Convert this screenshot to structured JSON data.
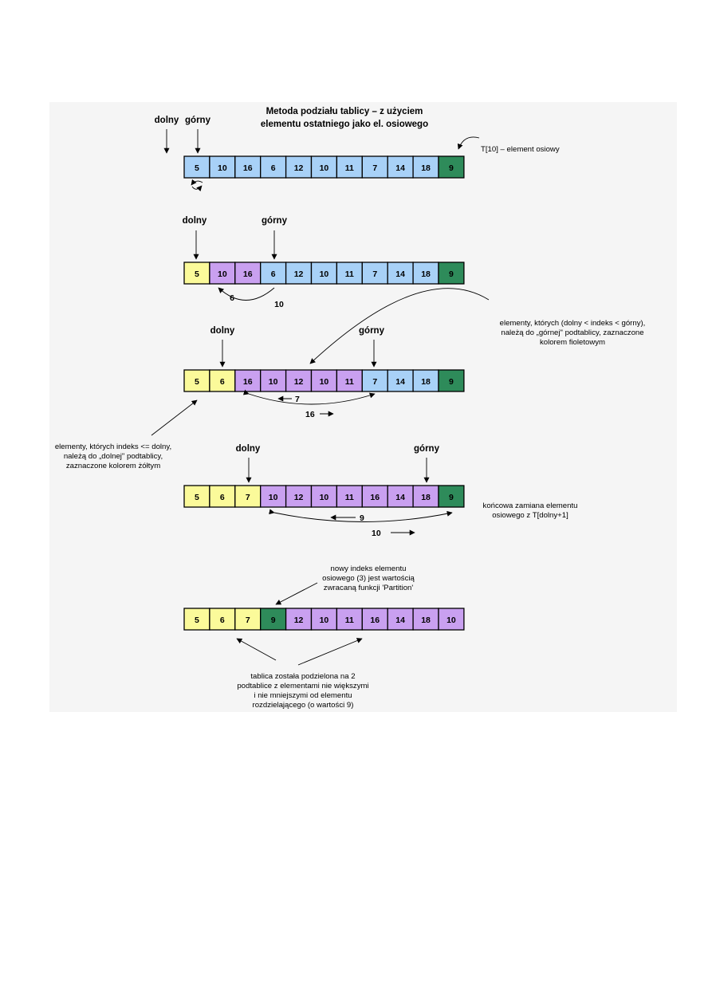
{
  "title": {
    "line1": "Metoda podziału tablicy – z użyciem",
    "line2": "elementu ostatniego jako el. osiowego"
  },
  "colors": {
    "blue": "#a8d1f7",
    "purple": "#c9a0f0",
    "yellow": "#fbfa9a",
    "green": "#2e8b5a",
    "panel": "#f5f5f5"
  },
  "rows": [
    {
      "values": [
        "5",
        "10",
        "16",
        "6",
        "12",
        "10",
        "11",
        "7",
        "14",
        "18",
        "9"
      ],
      "colors": [
        "blue",
        "blue",
        "blue",
        "blue",
        "blue",
        "blue",
        "blue",
        "blue",
        "blue",
        "blue",
        "green"
      ],
      "labels": {
        "dolny": "dolny",
        "gorny": "górny"
      }
    },
    {
      "values": [
        "5",
        "10",
        "16",
        "6",
        "12",
        "10",
        "11",
        "7",
        "14",
        "18",
        "9"
      ],
      "colors": [
        "yellow",
        "purple",
        "purple",
        "blue",
        "blue",
        "blue",
        "blue",
        "blue",
        "blue",
        "blue",
        "green"
      ],
      "labels": {
        "dolny": "dolny",
        "gorny": "górny"
      },
      "swap": [
        "6",
        "10"
      ]
    },
    {
      "values": [
        "5",
        "6",
        "16",
        "10",
        "12",
        "10",
        "11",
        "7",
        "14",
        "18",
        "9"
      ],
      "colors": [
        "yellow",
        "yellow",
        "purple",
        "purple",
        "purple",
        "purple",
        "purple",
        "blue",
        "blue",
        "blue",
        "green"
      ],
      "labels": {
        "dolny": "dolny",
        "gorny": "górny"
      },
      "swap": [
        "7",
        "16"
      ]
    },
    {
      "values": [
        "5",
        "6",
        "7",
        "10",
        "12",
        "10",
        "11",
        "16",
        "14",
        "18",
        "9"
      ],
      "colors": [
        "yellow",
        "yellow",
        "yellow",
        "purple",
        "purple",
        "purple",
        "purple",
        "purple",
        "purple",
        "purple",
        "green"
      ],
      "labels": {
        "dolny": "dolny",
        "gorny": "górny"
      },
      "swap": [
        "9",
        "10"
      ]
    },
    {
      "values": [
        "5",
        "6",
        "7",
        "9",
        "12",
        "10",
        "11",
        "16",
        "14",
        "18",
        "10"
      ],
      "colors": [
        "yellow",
        "yellow",
        "yellow",
        "green",
        "purple",
        "purple",
        "purple",
        "purple",
        "purple",
        "purple",
        "purple"
      ]
    }
  ],
  "notes": {
    "pivot": [
      "T[10] – element osiowy"
    ],
    "upper": [
      "elementy, których  (dolny < indeks < górny),",
      "należą do „górnej\" podtablicy, zaznaczone",
      "kolorem fioletowym"
    ],
    "lower": [
      "elementy, których indeks <= dolny,",
      "należą do „dolnej\" podtablicy,",
      "zaznaczone kolorem żółtym"
    ],
    "final": [
      "końcowa zamiana elementu",
      "osiowego z T[dolny+1]"
    ],
    "newindex": [
      "nowy indeks elementu",
      "osiowego (3) jest wartością",
      "zwracaną funkcji 'Partition'"
    ],
    "split": [
      "tablica została podzielona na 2",
      "podtablice z elementami nie większymi",
      "i nie mniejszymi od elementu",
      "rozdzielającego (o wartości 9)"
    ]
  }
}
